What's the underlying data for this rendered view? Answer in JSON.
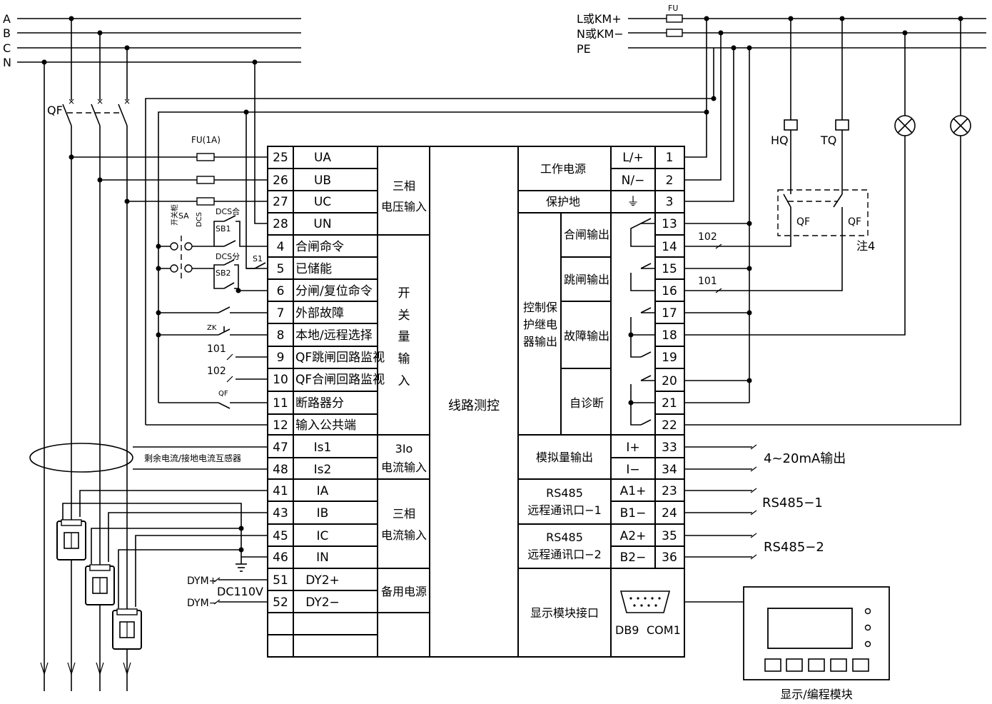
{
  "bus": {
    "phases": [
      "A",
      "B",
      "C",
      "N"
    ],
    "qf": "QF",
    "fu_1a": "FU(1A)",
    "power_lines": [
      "L或KM+",
      "N或KM−",
      "PE"
    ],
    "fu": "FU"
  },
  "device": {
    "center_label": "线路测控",
    "left_terminals": [
      {
        "num": "25",
        "label": "UA"
      },
      {
        "num": "26",
        "label": "UB"
      },
      {
        "num": "27",
        "label": "UC"
      },
      {
        "num": "28",
        "label": "UN"
      },
      {
        "num": "4",
        "label": "合闸命令"
      },
      {
        "num": "5",
        "label": "已储能"
      },
      {
        "num": "6",
        "label": "分闸/复位命令"
      },
      {
        "num": "7",
        "label": "外部故障"
      },
      {
        "num": "8",
        "label": "本地/远程选择"
      },
      {
        "num": "9",
        "label": "QF跳闸回路监视"
      },
      {
        "num": "10",
        "label": "QF合闸回路监视"
      },
      {
        "num": "11",
        "label": "断路器分"
      },
      {
        "num": "12",
        "label": "输入公共端"
      },
      {
        "num": "47",
        "label": "Is1"
      },
      {
        "num": "48",
        "label": "Is2"
      },
      {
        "num": "41",
        "label": "IA"
      },
      {
        "num": "43",
        "label": "IB"
      },
      {
        "num": "45",
        "label": "IC"
      },
      {
        "num": "46",
        "label": "IN"
      },
      {
        "num": "51",
        "label": "DY2+"
      },
      {
        "num": "52",
        "label": "DY2−"
      }
    ],
    "left_groups": {
      "voltage": [
        "三相",
        "电压输入"
      ],
      "switch": [
        "开",
        "关",
        "量",
        "输",
        "入"
      ],
      "i0": [
        "3Io",
        "电流输入"
      ],
      "current": [
        "三相",
        "电流输入"
      ],
      "backup": "备用电源"
    },
    "right_terminals": [
      {
        "num": "1",
        "label": "L/+"
      },
      {
        "num": "2",
        "label": "N/−"
      },
      {
        "num": "3",
        "label": "⏚"
      },
      {
        "num": "13",
        "label": ""
      },
      {
        "num": "14",
        "label": ""
      },
      {
        "num": "15",
        "label": ""
      },
      {
        "num": "16",
        "label": ""
      },
      {
        "num": "17",
        "label": ""
      },
      {
        "num": "18",
        "label": ""
      },
      {
        "num": "19",
        "label": ""
      },
      {
        "num": "20",
        "label": ""
      },
      {
        "num": "21",
        "label": ""
      },
      {
        "num": "22",
        "label": ""
      },
      {
        "num": "33",
        "label": "I+"
      },
      {
        "num": "34",
        "label": "I−"
      },
      {
        "num": "23",
        "label": "A1+"
      },
      {
        "num": "24",
        "label": "B1−"
      },
      {
        "num": "35",
        "label": "A2+"
      },
      {
        "num": "36",
        "label": "B2−"
      }
    ],
    "right_groups": {
      "work_power": "工作电源",
      "protect_ground": "保护地",
      "relay_output": [
        "控制保",
        "护继电",
        "器输出"
      ],
      "close_out": "合闸输出",
      "trip_out": "跳闸输出",
      "fault_out": "故障输出",
      "self_diag": "自诊断",
      "analog_out": "模拟量输出",
      "rs485_1": [
        "RS485",
        "远程通讯口−1"
      ],
      "rs485_2": [
        "RS485",
        "远程通讯口−2"
      ],
      "display_if": "显示模块接口",
      "db9": "DB9",
      "com1": "COM1"
    }
  },
  "external": {
    "switch_handle": "开关柜",
    "sa": "SA",
    "dcs": "DCS",
    "dcs_close": "DCS合",
    "dcs_open": "DCS分",
    "sb1": "SB1",
    "sb2": "SB2",
    "s1": "S1",
    "zk": "ZK",
    "w101": "101",
    "w102": "102",
    "qf_small": "QF",
    "residual_ct": "剩余电流/接地电流互感器",
    "dym_plus": "DYM+",
    "dym_minus": "DYM−",
    "dc110": "DC110V",
    "hq": "HQ",
    "tq": "TQ",
    "qf_aux1": "QF",
    "qf_aux2": "QF",
    "note4": "注4",
    "r102": "102",
    "r101": "101",
    "out_4_20": "4~20mA输出",
    "rs485_1": "RS485−1",
    "rs485_2": "RS485−2",
    "display_module": "显示/编程模块"
  }
}
